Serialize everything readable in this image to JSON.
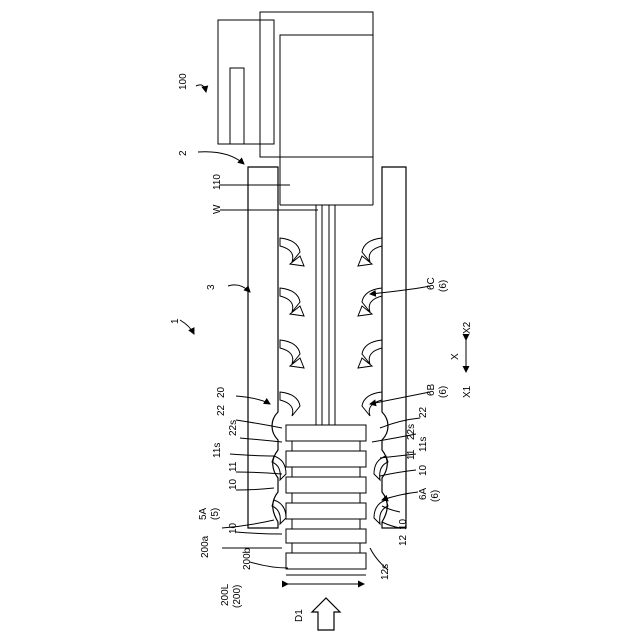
{
  "labels": {
    "device": "100",
    "tube": "2",
    "outer": "3",
    "whole": "1",
    "w": "W",
    "n110": "110",
    "n6c": "6C",
    "n6c_sub": "(6)",
    "n6b": "6B",
    "n6b_sub": "(6)",
    "n6a": "6A",
    "n6a_sub": "(6)",
    "n5a": "5A",
    "n5a_sub": "(5)",
    "n20": "20",
    "n22_left": "22",
    "n22s_left": "22s",
    "n11s_left": "11s",
    "n11_left": "11",
    "n10_left_upper": "10",
    "n10_left_lower": "10",
    "n200a": "200a",
    "n200b": "200b",
    "n200l": "200L",
    "n200l_sub": "(200)",
    "n22_right": "22",
    "n22s_right": "22s",
    "n11s_right": "11s",
    "n11_right": "11",
    "n10_right_upper": "10",
    "n10_right_lower": "10",
    "n12": "12",
    "n12s": "12s",
    "d1": "D1",
    "x": "X",
    "x1": "X1",
    "x2": "X2"
  }
}
